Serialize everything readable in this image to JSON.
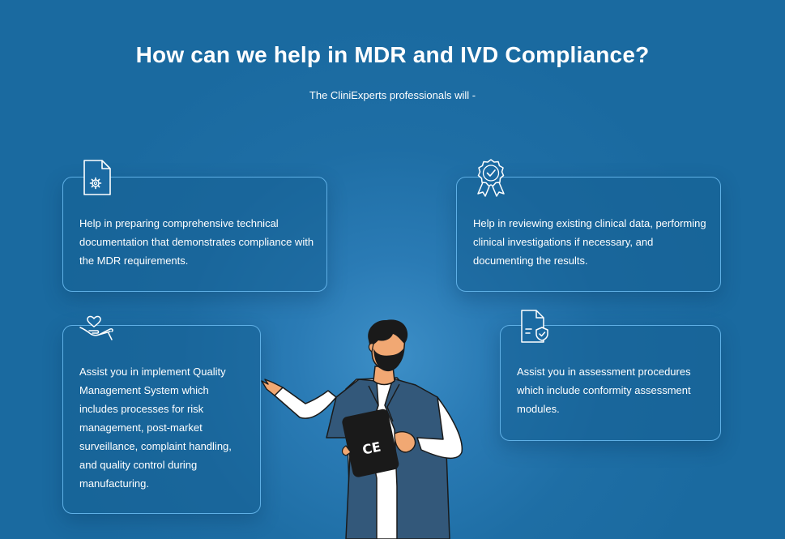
{
  "header": {
    "title": "How can we help in MDR and IVD Compliance?",
    "subtitle": "The CliniExperts professionals will -"
  },
  "cards": [
    {
      "icon": "document-gear-icon",
      "text": "Help in preparing comprehensive technical documentation that demonstrates compliance with the MDR requirements."
    },
    {
      "icon": "award-badge-icon",
      "text": "Help in reviewing existing clinical data, performing clinical investigations if necessary, and documenting the results."
    },
    {
      "icon": "hand-heart-icon",
      "text": "Assist you in implement Quality Management System which includes processes for risk management, post-market surveillance, complaint handling, and quality control during manufacturing."
    },
    {
      "icon": "document-shield-icon",
      "text": "Assist you in assessment procedures which include conformity assessment modules."
    }
  ],
  "illustration": {
    "tablet_mark": "CE",
    "icon": "person-with-tablet-illustration"
  },
  "colors": {
    "background": "#1e6ea5",
    "card_border": "#5fb0e6",
    "text": "#ffffff"
  }
}
